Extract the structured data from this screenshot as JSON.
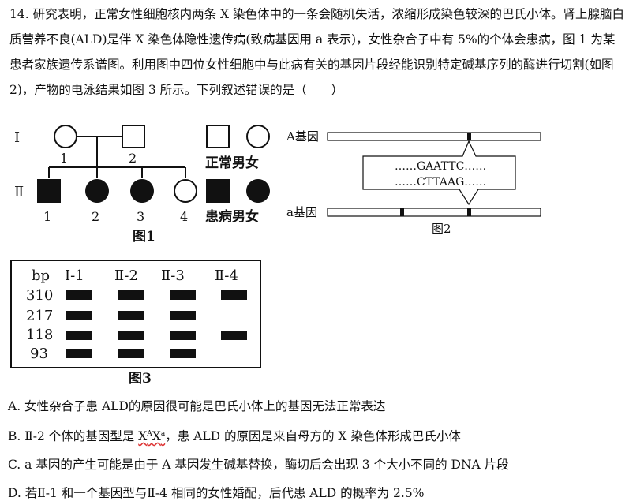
{
  "question": {
    "number": "14.",
    "stem": "研究表明，正常女性细胞核内两条 X 染色体中的一条会随机失活，浓缩形成染色较深的巴氏小体。肾上腺脑白质营养不良(ALD)是伴 X 染色体隐性遗传病(致病基因用 a 表示)，女性杂合子中有 5%的个体会患病，图 1 为某患者家族遗传系谱图。利用图中四位女性细胞中与此病有关的基因片段经能识别特定碱基序列的酶进行切割(如图 2)，产物的电泳结果如图 3 所示。下列叙述错误的是（　　）"
  },
  "figure1": {
    "caption": "图1",
    "generation_labels": [
      "Ⅰ",
      "Ⅱ"
    ],
    "gen1_numbers": [
      "1",
      "2"
    ],
    "gen2_numbers": [
      "1",
      "2",
      "3",
      "4"
    ],
    "legend_normal": "正常男女",
    "legend_affected": "患病男女"
  },
  "figure2": {
    "caption": "图2",
    "gene_A": "A基因",
    "gene_a": "a基因",
    "seq_top": "……GAATTC……",
    "seq_bottom": "……CTTAAG……"
  },
  "figure3": {
    "caption": "图3",
    "header_bp": "bp",
    "lanes": [
      "Ⅰ-1",
      "Ⅱ-2",
      "Ⅱ-3",
      "Ⅱ-4"
    ],
    "sizes": [
      "310",
      "217",
      "118",
      "93"
    ]
  },
  "options": {
    "A": "A. 女性杂合子患 ALD的原因很可能是巴氏小体上的基因无法正常表达",
    "B_pre": "B. Ⅱ-2 个体的基因型是 ",
    "B_geno_X1": "X",
    "B_geno_s1": "A",
    "B_geno_X2": "X",
    "B_geno_s2": "a",
    "B_post": "，患 ALD 的原因是来自母方的 X 染色体形成巴氏小体",
    "C": "C. a 基因的产生可能是由于 A 基因发生碱基替换，酶切后会出现 3 个大小不同的 DNA 片段",
    "D": "D. 若Ⅱ-1 和一个基因型与Ⅱ-4 相同的女性婚配，后代患 ALD 的概率为 2.5%"
  }
}
